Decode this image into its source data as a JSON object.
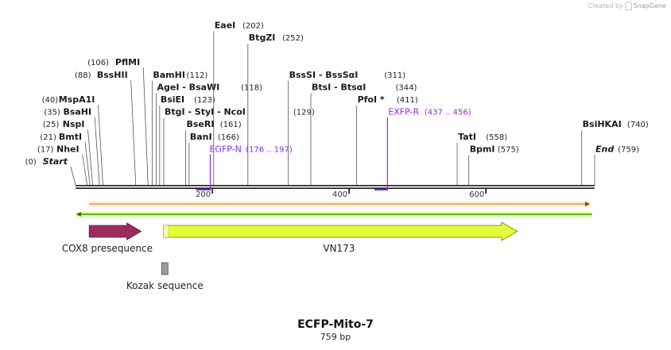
{
  "credit": {
    "prefix": "Created by",
    "brand": "SnapGene"
  },
  "plasmid": {
    "name": "ECFP-Mito-7",
    "length_label": "759 bp",
    "length": 759
  },
  "colors": {
    "backbone": "#1a1a1a",
    "sites": "#1a1a1a",
    "primer": "#8b2be2",
    "orange_orf": "#e8a33c",
    "green_orf": "#2a9a2a",
    "cox8": "#9b2d5e",
    "vn173": "#e3ff3a",
    "kozak": "#9b9ba8"
  },
  "ruler": [
    {
      "pos": 200,
      "label": "200"
    },
    {
      "pos": 400,
      "label": "400"
    },
    {
      "pos": 600,
      "label": "600"
    }
  ],
  "sites": [
    {
      "name": "Start",
      "coord": "(0)",
      "pos": 0,
      "tier": 0,
      "side": "left",
      "italic": true
    },
    {
      "name": "NheI",
      "coord": "(17)",
      "pos": 17,
      "tier": 1,
      "side": "left"
    },
    {
      "name": "BmtI",
      "coord": "(21)",
      "pos": 21,
      "tier": 2,
      "side": "left"
    },
    {
      "name": "NspI",
      "coord": "(25)",
      "pos": 25,
      "tier": 3,
      "side": "left"
    },
    {
      "name": "BsaHI",
      "coord": "(35)",
      "pos": 35,
      "tier": 4,
      "side": "left"
    },
    {
      "name": "MspA1I",
      "coord": "(40)",
      "pos": 40,
      "tier": 5,
      "side": "left"
    },
    {
      "name": "BssHII",
      "coord": "(88)",
      "pos": 88,
      "tier": 7,
      "side": "left"
    },
    {
      "name": "PflMI",
      "coord": "(106)",
      "pos": 106,
      "tier": 8,
      "side": "left"
    },
    {
      "name": "BamHI",
      "coord": "(112)",
      "pos": 112,
      "tier": 7,
      "side": "right"
    },
    {
      "name": "AgeI  -  BsaWI",
      "coord": "(118)",
      "pos": 118,
      "tier": 6,
      "side": "right"
    },
    {
      "name": "BsiEI",
      "coord": "(123)",
      "pos": 123,
      "tier": 5,
      "side": "right"
    },
    {
      "name": "BtgI  -  StyI  -  NcoI",
      "coord": "(129)",
      "pos": 129,
      "tier": 4,
      "side": "right"
    },
    {
      "name": "BseRI",
      "coord": "(161)",
      "pos": 161,
      "tier": 3,
      "side": "right"
    },
    {
      "name": "BanI",
      "coord": "(166)",
      "pos": 166,
      "tier": 2,
      "side": "right"
    },
    {
      "name": "EaeI",
      "coord": "(202)",
      "pos": 202,
      "tier": 11,
      "side": "right"
    },
    {
      "name": "BtgZI",
      "coord": "(252)",
      "pos": 252,
      "tier": 10,
      "side": "right"
    },
    {
      "name": "BssSI  -  BssSαI",
      "coord": "(311)",
      "pos": 311,
      "tier": 7,
      "side": "right"
    },
    {
      "name": "BtsI  -  BtsαI",
      "coord": "(344)",
      "pos": 344,
      "tier": 6,
      "side": "right"
    },
    {
      "name": "PfoI *",
      "coord": "(411)",
      "pos": 411,
      "tier": 5,
      "side": "right"
    },
    {
      "name": "TatI",
      "coord": "(558)",
      "pos": 558,
      "tier": 2,
      "side": "right"
    },
    {
      "name": "BpmI",
      "coord": "(575)",
      "pos": 575,
      "tier": 1,
      "side": "right"
    },
    {
      "name": "BsiHKAI",
      "coord": "(740)",
      "pos": 740,
      "tier": 3,
      "side": "right"
    },
    {
      "name": "End",
      "coord": "(759)",
      "pos": 759,
      "tier": 1,
      "side": "right",
      "italic": true
    }
  ],
  "primers": [
    {
      "name": "EGFP-N",
      "range": "(176 .. 197)",
      "start": 176,
      "end": 197,
      "direction": "forward",
      "tier": 1
    },
    {
      "name": "EXFP-R",
      "range": "(437 .. 456)",
      "start": 437,
      "end": 456,
      "direction": "reverse",
      "tier": 4
    }
  ],
  "orfs": [
    {
      "name": "orange-orf",
      "start": 20,
      "end": 752,
      "direction": "forward"
    },
    {
      "name": "green-orf",
      "start": 1,
      "end": 755,
      "direction": "reverse"
    }
  ],
  "features": [
    {
      "name": "COX8 presequence",
      "start": 20,
      "end": 96,
      "direction": "forward",
      "type": "cox8"
    },
    {
      "name": "VN173",
      "start": 129,
      "end": 646,
      "direction": "forward",
      "type": "vn173"
    },
    {
      "name": "Kozak sequence",
      "start": 126,
      "end": 135,
      "direction": "none",
      "type": "kozak"
    }
  ]
}
